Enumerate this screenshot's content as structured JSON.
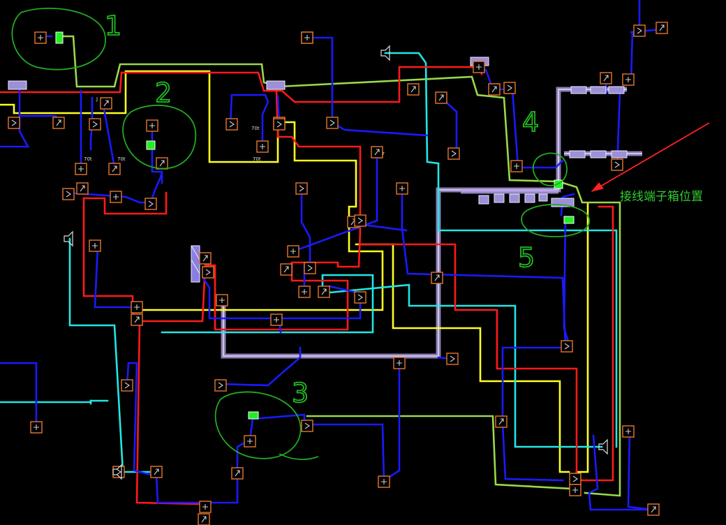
{
  "annotation": {
    "callout_text": "接线端子箱位置",
    "group_numbers": [
      "1",
      "2",
      "3",
      "4",
      "5"
    ]
  },
  "device_labels": {
    "small_text_a": "70t",
    "small_text_b": "70t",
    "small_text_c": "70t",
    "small_text_d": "70t",
    "small_text_e": "r",
    "small_text_f": "J"
  },
  "colors": {
    "background": "#000000",
    "wire_blue": "#1a1aff",
    "wire_red": "#ff1a1a",
    "wire_yellow": "#ffff22",
    "wire_cyan": "#22e6e6",
    "wire_lime": "#9ad84a",
    "tray": "#b9a6ee",
    "device_border": "#e8782e",
    "annotation_green": "#22aa22",
    "arrow_red": "#ff2222",
    "highlight_green": "#22ee22"
  },
  "icons": {
    "device": "junction-box-icon",
    "speaker": "speaker-icon",
    "terminal": "terminal-box-icon",
    "sensor": "sensor-icon"
  }
}
